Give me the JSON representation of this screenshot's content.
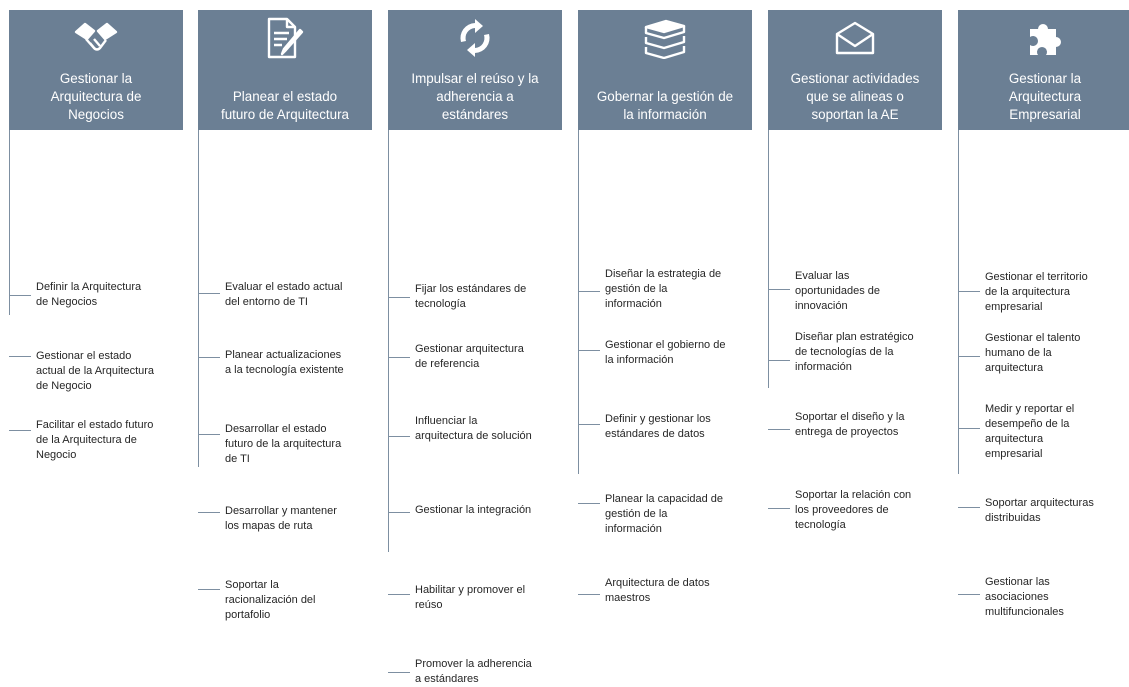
{
  "columns": [
    {
      "title": "Gestionar la\nArquitectura de\nNegocios",
      "icon": "handshake-icon",
      "items": [
        "Definir la Arquitectura\nde Negocios",
        "Gestionar el estado\nactual de la Arquitectura\nde Negocio",
        "Facilitar el estado futuro\nde la Arquitectura de\nNegocio"
      ]
    },
    {
      "title": "Planear el estado\nfuturo de Arquitectura",
      "icon": "document-pen-icon",
      "items": [
        "Evaluar el estado actual\ndel entorno de TI",
        "Planear actualizaciones\na la tecnología existente",
        "Desarrollar el estado\nfuturo de la arquitectura\nde TI",
        "Desarrollar y mantener\nlos mapas de ruta",
        "Soportar la\nracionalización del\nportafolio"
      ]
    },
    {
      "title": "Impulsar el reúso y la\nadherencia a\nestándares",
      "icon": "refresh-icon",
      "items": [
        "Fijar los estándares de\ntecnología",
        "Gestionar arquitectura\nde referencia",
        "Influenciar la\narquitectura de solución",
        "Gestionar la integración",
        "Habilitar y promover el\nreúso",
        "Promover la adherencia\na estándares"
      ]
    },
    {
      "title": "Gobernar la gestión de\nla información",
      "icon": "books-icon",
      "items": [
        "Diseñar la estrategia de\ngestión de la\ninformación",
        "Gestionar el gobierno de\nla información",
        "Definir y gestionar los\nestándares de datos",
        "Planear la capacidad de\ngestión de la\ninformación",
        "Arquitectura de datos\nmaestros"
      ]
    },
    {
      "title": "Gestionar actividades\nque se alineas o\nsoportan la AE",
      "icon": "envelope-icon",
      "items": [
        "Evaluar las\noportunidades de\ninnovación",
        "Diseñar plan estratégico\nde tecnologías de la\ninformación",
        "Soportar el diseño y la\nentrega de proyectos",
        "Soportar la relación con\nlos proveedores de\ntecnología"
      ]
    },
    {
      "title": "Gestionar la\nArquitectura\nEmpresarial",
      "icon": "puzzle-icon",
      "items": [
        "Gestionar el territorio\nde la arquitectura\nempresarial",
        "Gestionar el talento\nhumano de la\narquitectura",
        "Medir y reportar el\ndesempeño de la\narquitectura\nempresarial",
        "Soportar arquitecturas\ndistribuidas",
        "Gestionar las\nasociaciones\nmultifuncionales"
      ]
    }
  ]
}
